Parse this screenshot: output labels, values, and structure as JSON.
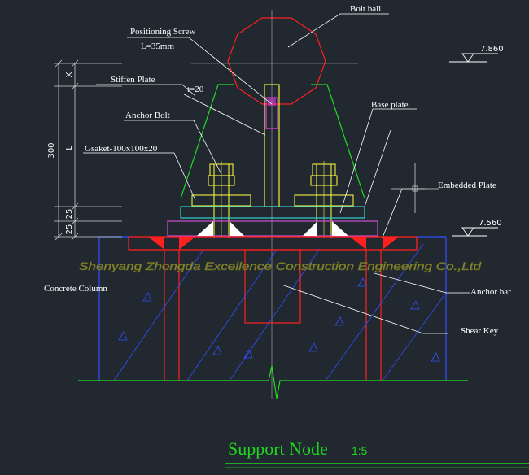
{
  "labels": {
    "bolt_ball": "Bolt ball",
    "positioning_screw": "Positioning Screw",
    "screw_length": "L=35mm",
    "stiffen_plate": "Stiffen Plate",
    "plate_thickness": "t=20",
    "anchor_bolt": "Anchor Bolt",
    "base_plate": "Base plate",
    "gasket": "Gsaket-100x100x20",
    "embedded_plate": "Embedded Plate",
    "concrete_column": "Concrete Column",
    "anchor_bar": "Anchor bar",
    "shear_key": "Shear Key"
  },
  "elevations": {
    "top": "7.860",
    "base": "7.560"
  },
  "dimensions": {
    "total": "300",
    "l_segment": "L",
    "x_segment": "X",
    "seg1": "25",
    "seg2": "25"
  },
  "watermark": "Shenyang Zhongda Excellence Construction Engineering Co.,Ltd",
  "title": {
    "text": "Support Node",
    "scale": "1:5"
  },
  "colors": {
    "background": "#212830",
    "steel": "#ff2020",
    "stiffener": "#22dd22",
    "concrete": "#3050ff",
    "bolt": "#f0f040",
    "base_plate": "#30d0d0",
    "gasket": "#d050d0",
    "title": "#1ed81e"
  }
}
